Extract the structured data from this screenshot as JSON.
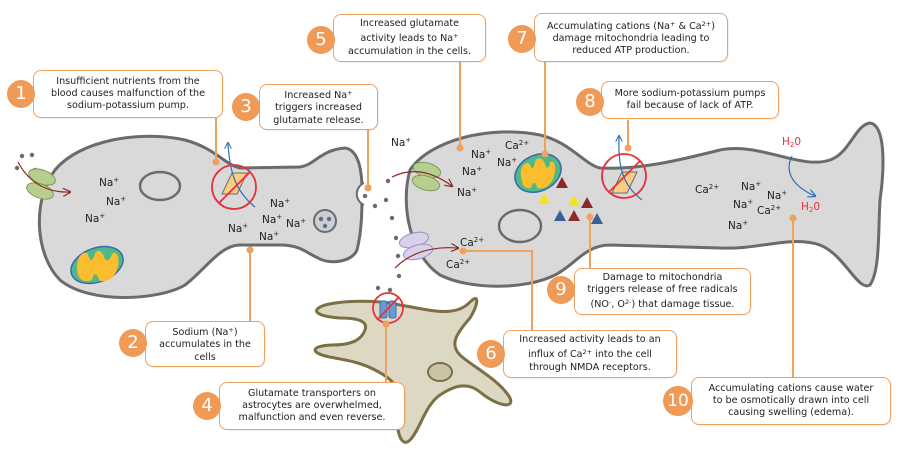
{
  "title": "Excitotoxicity cascade: sodium-potassium pump failure leading to cellular edema",
  "colors": {
    "callout_border": "#f0a15e",
    "badge": "#ef9a57",
    "cell_fill": "#d9d9d9",
    "cell_stroke": "#6b6b6b",
    "astrocyte_fill": "#ddd8c4",
    "astrocyte_stroke": "#7b6f45",
    "inhibit_red": "#e8313c",
    "water_red": "#e8313c",
    "arrow_blue": "#2f6fb5",
    "arrow_dark_red": "#8b2a2a"
  },
  "steps": [
    {
      "number": "1",
      "lines": [
        "Insufficient nutrients from the",
        "blood causes malfunction of the",
        "sodium-potassium pump."
      ]
    },
    {
      "number": "2",
      "lines": [
        "Sodium (Na+)",
        "accumulates in the",
        "cells"
      ]
    },
    {
      "number": "3",
      "lines": [
        "Increased Na+",
        "triggers increased",
        "glutamate release."
      ]
    },
    {
      "number": "4",
      "lines": [
        "Glutamate transporters on",
        "astrocytes are overwhelmed,",
        "malfunction and even reverse."
      ]
    },
    {
      "number": "5",
      "lines": [
        "Increased glutamate",
        "activity leads to  Na+",
        "accumulation in the cells."
      ]
    },
    {
      "number": "6",
      "lines": [
        "Increased activity leads to an",
        "influx of Ca2+ into the cell",
        "through NMDA receptors."
      ]
    },
    {
      "number": "7",
      "lines": [
        "Accumulating cations (Na+ & Ca2+)",
        "damage mitochondria leading to",
        "reduced ATP production."
      ]
    },
    {
      "number": "8",
      "lines": [
        "More sodium-potassium pumps",
        "fail because of lack of ATP."
      ]
    },
    {
      "number": "9",
      "lines": [
        "Damage to mitochondria",
        "triggers release of free radicals",
        "(NO-, O2-) that damage tissue."
      ]
    },
    {
      "number": "10",
      "lines": [
        "Accumulating cations cause water",
        "to be osmotically drawn into cell",
        "causing swelling (edema)."
      ]
    }
  ],
  "ions": {
    "na": "Na",
    "na_charge": "+",
    "ca": "Ca",
    "ca_charge": "2+",
    "water": "H",
    "water_sub": "2",
    "water_tail": "0"
  },
  "icons": [
    "inhibited-sodium-potassium-pump-icon",
    "mitochondrion-icon",
    "glutamate-vesicle-icon",
    "ion-channel-icon",
    "nmda-receptor-icon",
    "inhibited-glutamate-transporter-icon",
    "free-radical-triangle-icon",
    "water-influx-arrow-icon"
  ]
}
